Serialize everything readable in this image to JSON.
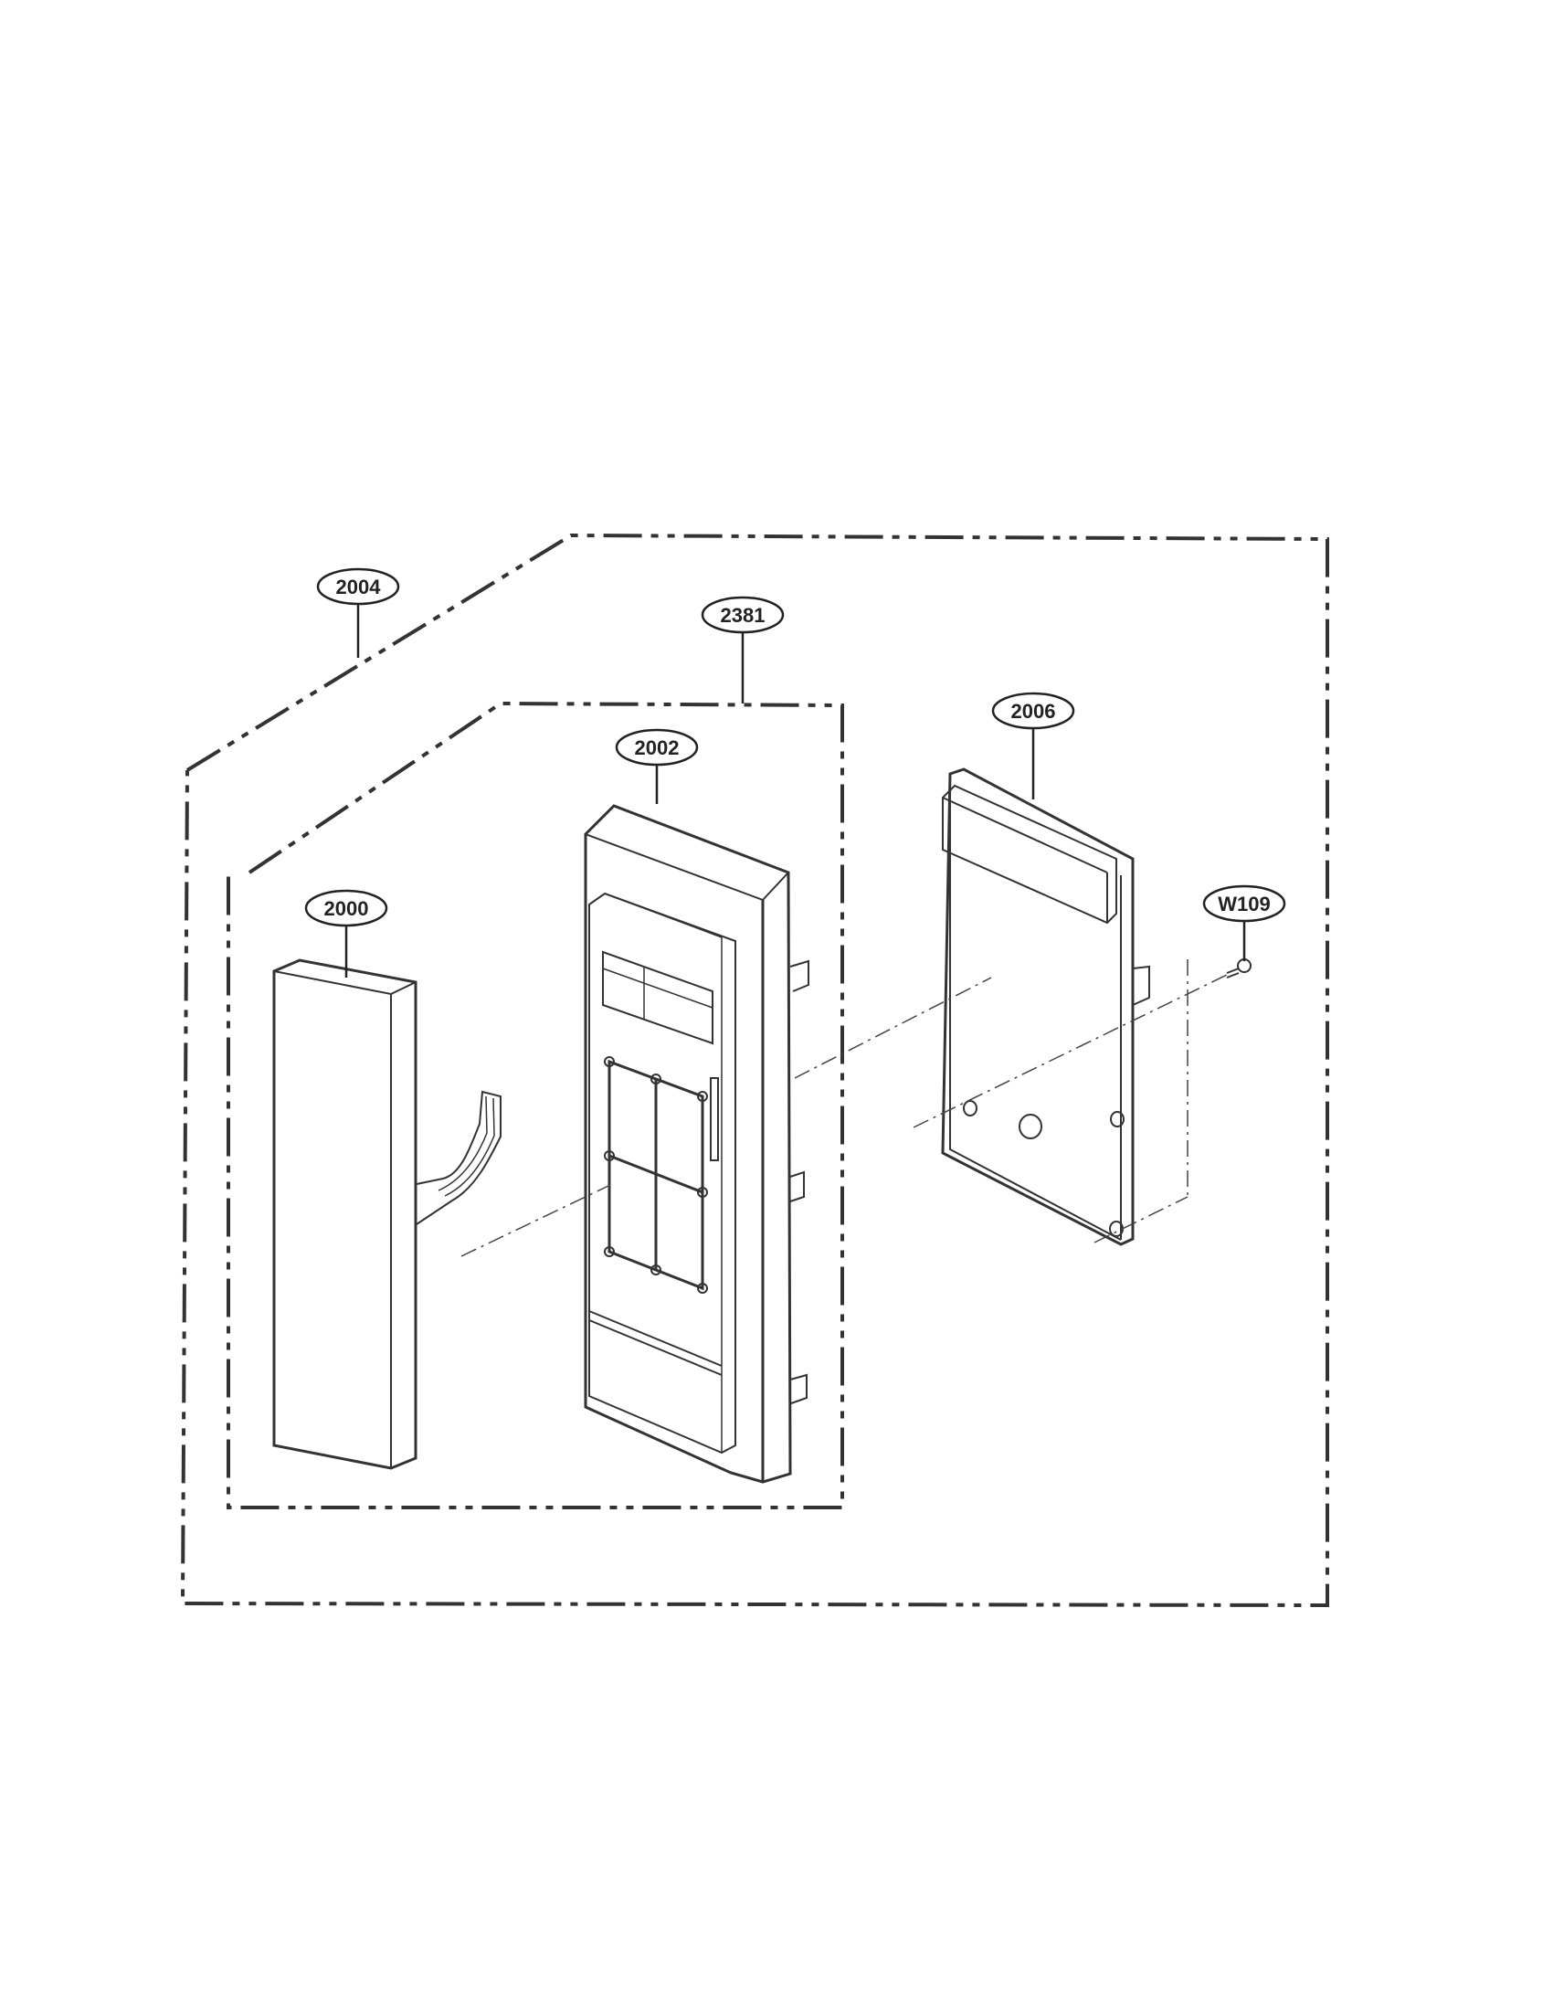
{
  "diagram": {
    "type": "exploded-parts-diagram",
    "callouts": {
      "outer_assembly": "2004",
      "sub_assembly": "2381",
      "control_panel_frame": "2002",
      "membrane_switch": "2000",
      "pcb": "2006",
      "screw": "W109"
    }
  }
}
